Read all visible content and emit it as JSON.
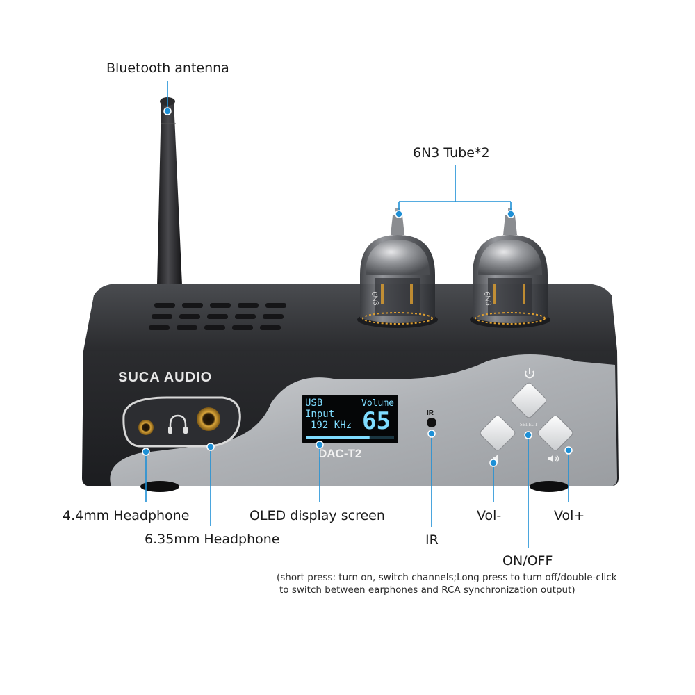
{
  "labels": {
    "bluetooth_antenna": "Bluetooth antenna",
    "tubes": "6N3 Tube*2",
    "headphone_44": "4.4mm Headphone",
    "headphone_635": "6.35mm Headphone",
    "oled_screen": "OLED display screen",
    "ir": "IR",
    "vol_minus": "Vol-",
    "vol_plus": "Vol+",
    "on_off": "ON/OFF",
    "on_off_note_line1": "(short press: turn on, switch channels;Long press to turn off/double-click",
    "on_off_note_line2": "to switch between earphones and RCA synchronization output)"
  },
  "device": {
    "brand": "SUCA AUDIO",
    "model": "DAC-T2",
    "ir_mark": "IR",
    "select_mark": "SELECT",
    "tube_marking": "6N3"
  },
  "oled": {
    "source_line1": "USB",
    "source_line2": "Input",
    "sample_rate": "192 KHz",
    "volume_label": "Volume",
    "volume_value": "65",
    "volume_level": 0.72
  },
  "colors": {
    "callout": "#1e90d6",
    "body_dark": "#2f3135",
    "panel_silver": "#b9bcc0",
    "oled_text": "#7fdcff"
  }
}
